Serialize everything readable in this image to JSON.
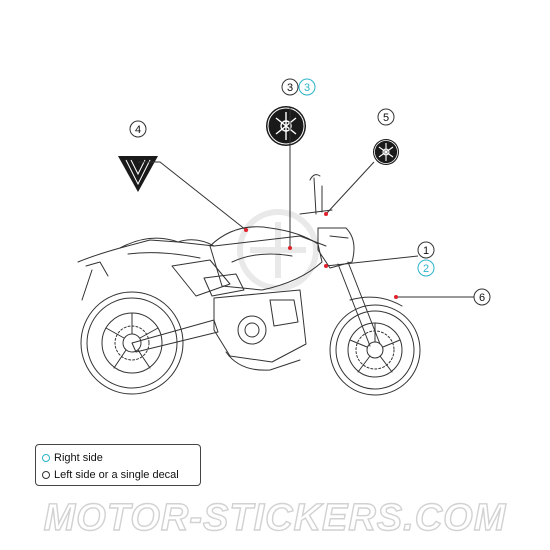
{
  "callouts": [
    {
      "id": "c1",
      "label": "1",
      "side": "left"
    },
    {
      "id": "c2",
      "label": "2",
      "side": "right"
    },
    {
      "id": "c3l",
      "label": "3",
      "side": "left"
    },
    {
      "id": "c3r",
      "label": "3",
      "side": "right"
    },
    {
      "id": "c4",
      "label": "4",
      "side": "left"
    },
    {
      "id": "c5",
      "label": "5",
      "side": "left"
    },
    {
      "id": "c6",
      "label": "6",
      "side": "left"
    }
  ],
  "legend": {
    "right_side": "Right side",
    "left_side": "Left side or a single decal"
  },
  "watermark": "MOTOR-STICKERS.COM",
  "colors": {
    "line": "#333333",
    "right_side": "#2ab3c9",
    "marker": "#e0202a"
  }
}
